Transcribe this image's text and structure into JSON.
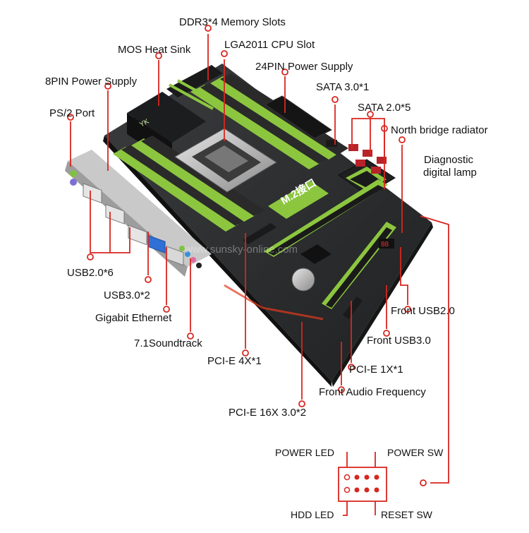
{
  "labels": {
    "ddr3": "DDR3*4 Memory Slots",
    "mos": "MOS Heat Sink",
    "lga": "LGA2011 CPU Slot",
    "power24": "24PIN Power Supply",
    "power8": "8PIN Power Supply",
    "sata3": "SATA 3.0*1",
    "ps2": "PS/2 Port",
    "sata2": "SATA 2.0*5",
    "northbridge": "North bridge radiator",
    "diag1": "Diagnostic",
    "diag2": "digital lamp",
    "usb2": "USB2.0*6",
    "usb3": "USB3.0*2",
    "ethernet": "Gigabit Ethernet",
    "sound": "7.1Soundtrack",
    "pcie4": "PCI-E 4X*1",
    "pcie1": "PCI-E 1X*1",
    "frontusb2": "Front USB2.0",
    "frontusb3": "Front USB3.0",
    "frontaudio": "Front Audio Frequency",
    "pcie16": "PCI-E 16X 3.0*2",
    "powerled": "POWER LED",
    "powersw": "POWER SW",
    "hddled": "HDD LED",
    "resetsw": "RESET SW"
  },
  "board": {
    "m2_label": "M.2接口",
    "brand": "YK",
    "watermark": "www.sunsky-online.com"
  },
  "colors": {
    "callout": "#d8261f",
    "board": "#2b2d2e",
    "accent_green": "#8cc63f"
  }
}
